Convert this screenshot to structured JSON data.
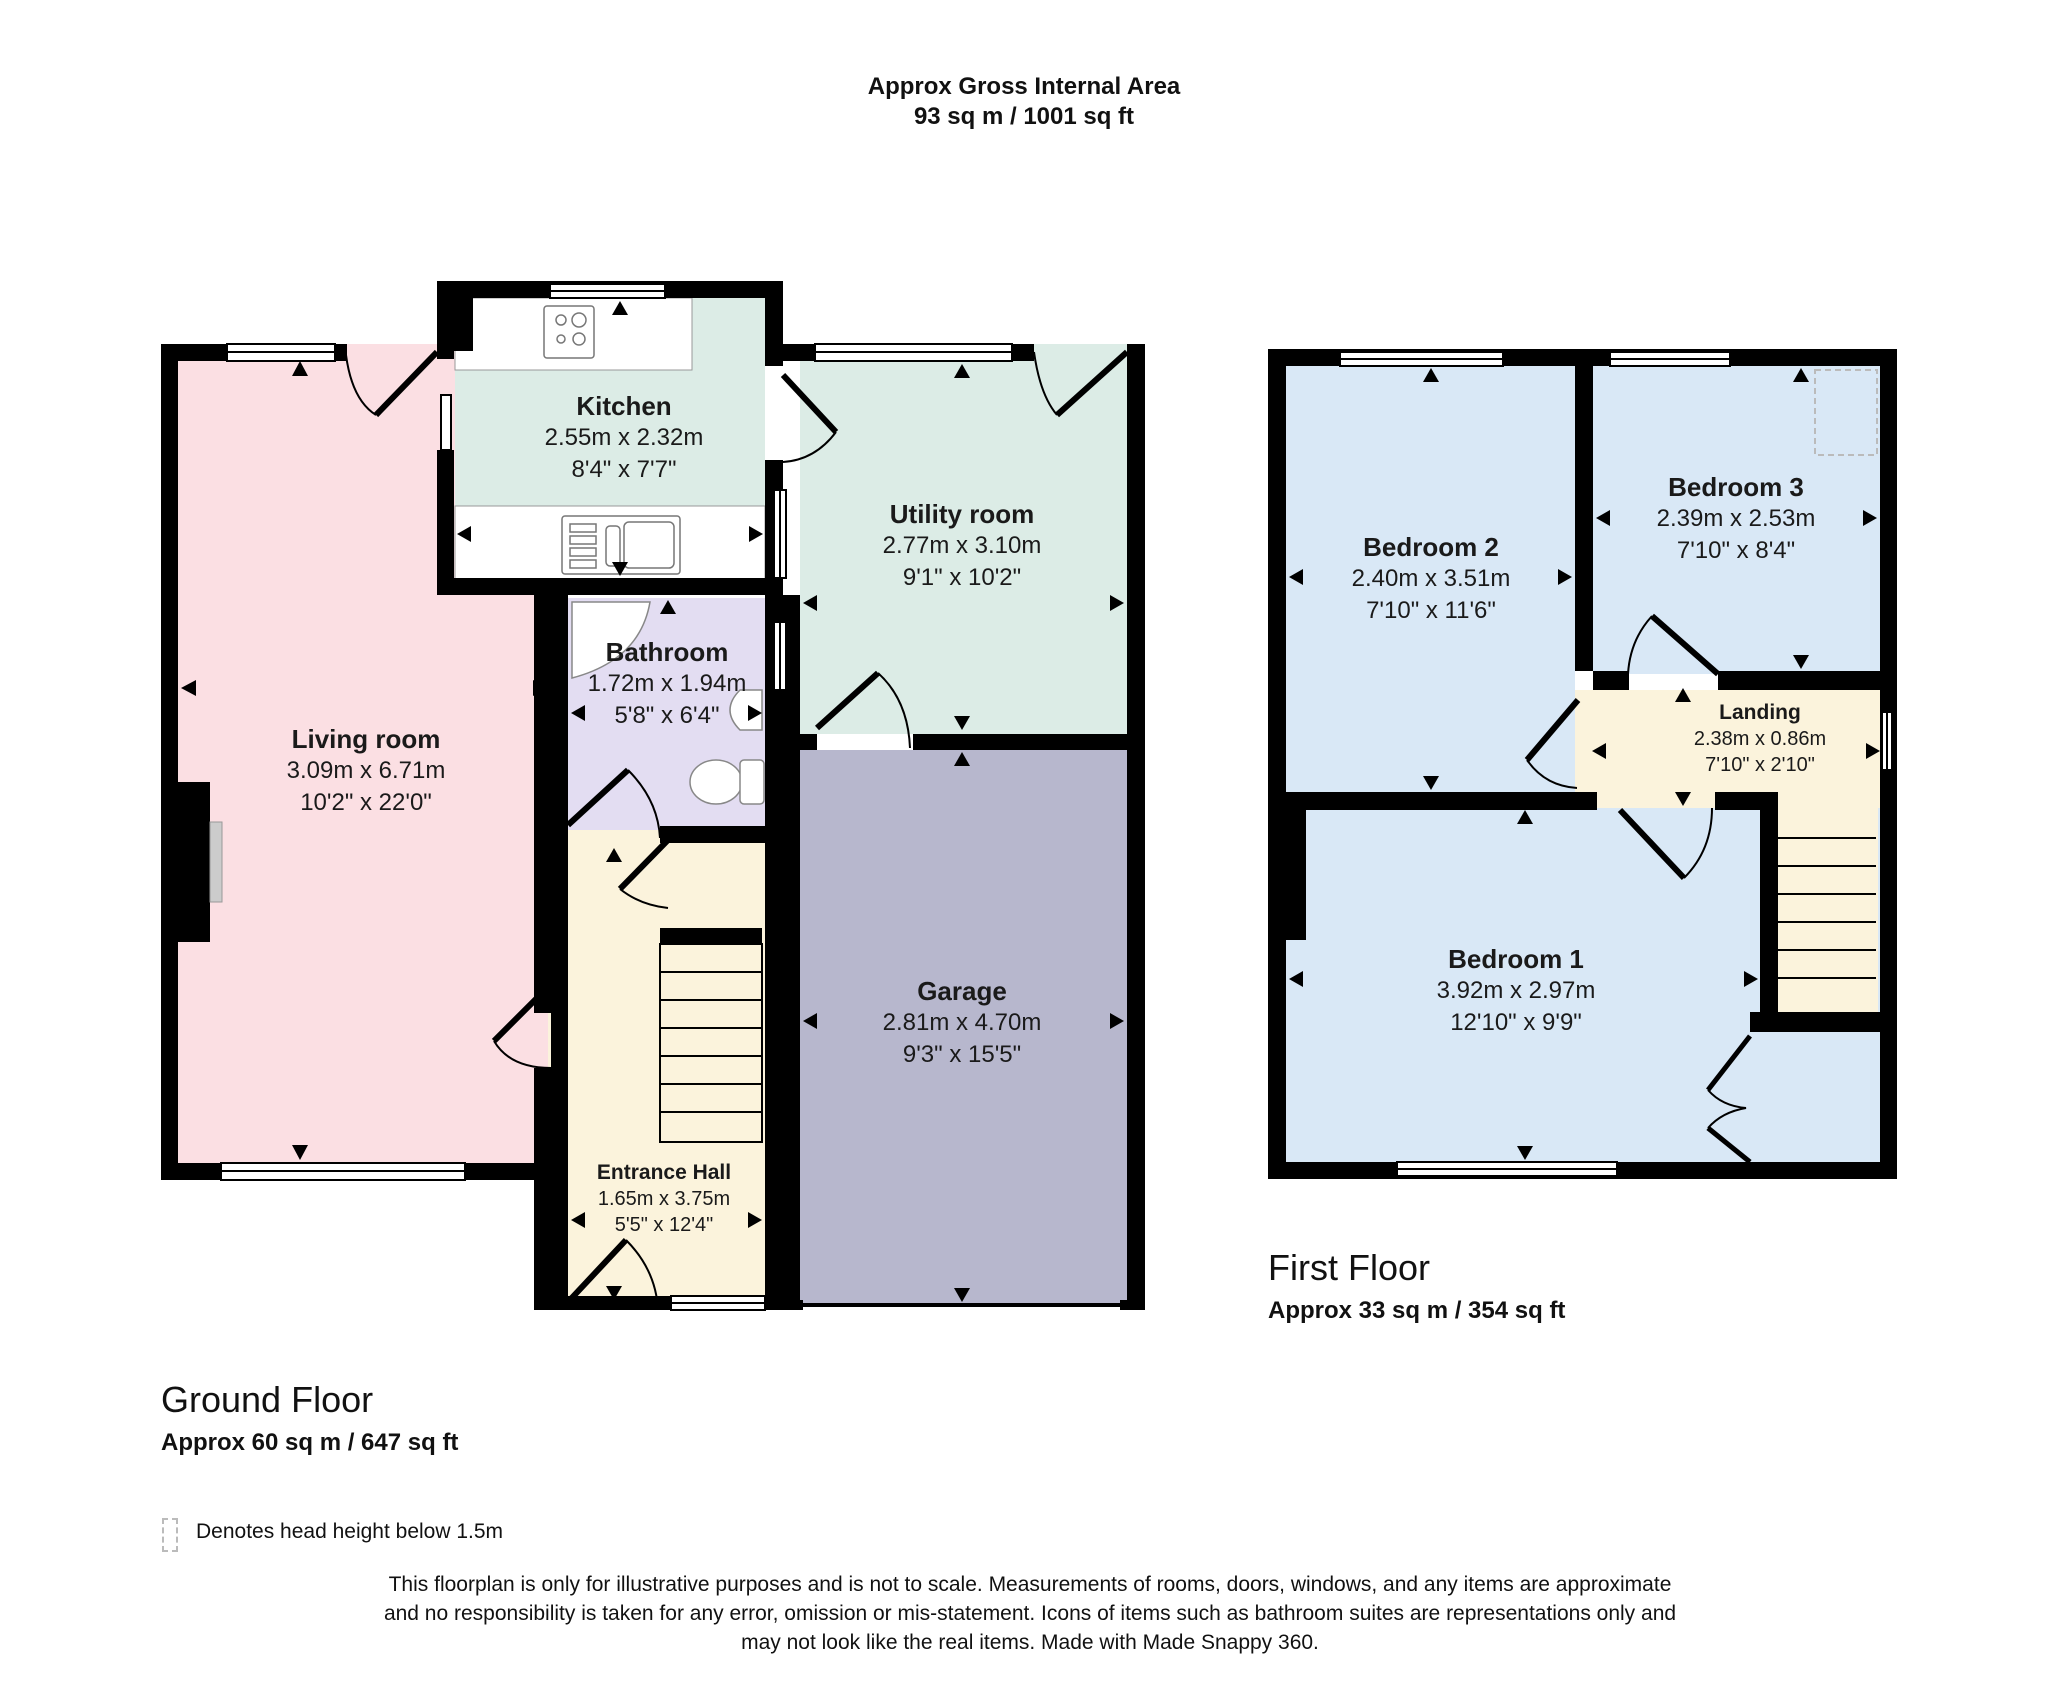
{
  "header": {
    "title": "Approx Gross Internal Area",
    "total_area": "93 sq m / 1001 sq ft"
  },
  "ground_floor": {
    "title": "Ground Floor",
    "area": "Approx 60 sq m / 647 sq ft",
    "rooms": {
      "living_room": {
        "name": "Living room",
        "metric": "3.09m x 6.71m",
        "imperial": "10'2\" x 22'0\"",
        "color": "#fbdfe3"
      },
      "kitchen": {
        "name": "Kitchen",
        "metric": "2.55m x 2.32m",
        "imperial": "8'4\" x 7'7\"",
        "color": "#dcece6"
      },
      "utility_room": {
        "name": "Utility room",
        "metric": "2.77m x 3.10m",
        "imperial": "9'1\" x 10'2\"",
        "color": "#dcece6"
      },
      "bathroom": {
        "name": "Bathroom",
        "metric": "1.72m x 1.94m",
        "imperial": "5'8\" x 6'4\"",
        "color": "#e3ddf2"
      },
      "garage": {
        "name": "Garage",
        "metric": "2.81m x 4.70m",
        "imperial": "9'3\" x 15'5\"",
        "color": "#b7b7cd"
      },
      "entrance_hall": {
        "name": "Entrance Hall",
        "metric": "1.65m x 3.75m",
        "imperial": "5'5\" x 12'4\"",
        "color": "#fbf3dc"
      }
    }
  },
  "first_floor": {
    "title": "First Floor",
    "area": "Approx 33 sq m / 354 sq ft",
    "rooms": {
      "bedroom_2": {
        "name": "Bedroom 2",
        "metric": "2.40m x 3.51m",
        "imperial": "7'10\" x 11'6\"",
        "color": "#d9e8f6"
      },
      "bedroom_3": {
        "name": "Bedroom 3",
        "metric": "2.39m x 2.53m",
        "imperial": "7'10\" x 8'4\"",
        "color": "#d9e8f6"
      },
      "landing": {
        "name": "Landing",
        "metric": "2.38m x 0.86m",
        "imperial": "7'10\" x 2'10\"",
        "color": "#fbf3dc"
      },
      "bedroom_1": {
        "name": "Bedroom 1",
        "metric": "3.92m x 2.97m",
        "imperial": "12'10\" x 9'9\"",
        "color": "#d9e8f6"
      }
    }
  },
  "legend": {
    "icon": "dashed-rectangle-icon",
    "text": "Denotes head height below 1.5m"
  },
  "disclaimer": {
    "line1": "This floorplan is only for illustrative purposes and is not to scale. Measurements of rooms, doors, windows, and any items are approximate",
    "line2": "and no responsibility is taken for any error, omission or mis-statement. Icons of items such as bathroom suites are representations only and",
    "line3": "may not look like the real items. Made with Made Snappy 360."
  },
  "colors": {
    "wall": "#000000",
    "fixture_outline": "#888888",
    "legend_dash": "#bbbbbb"
  }
}
